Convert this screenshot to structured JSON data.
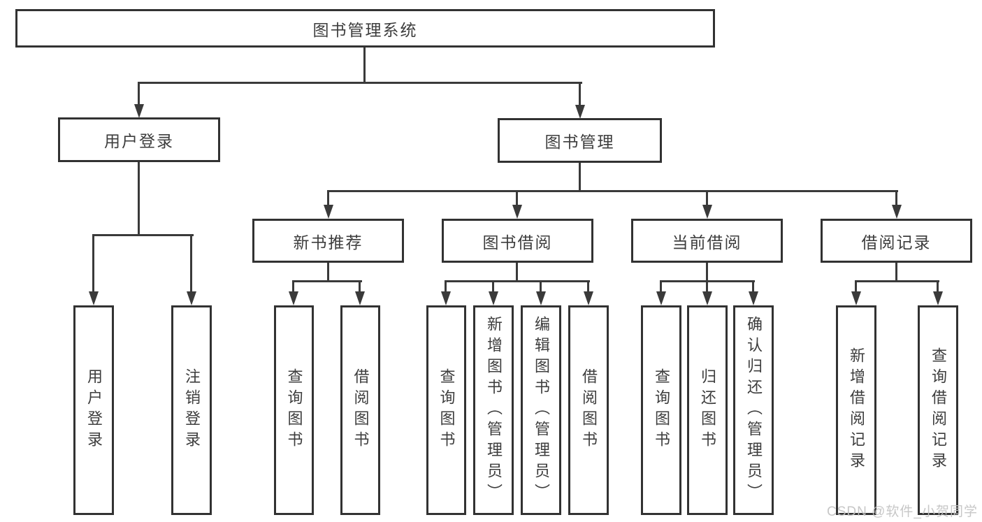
{
  "colors": {
    "line": "#3a3a3a",
    "box_border": "#323232",
    "text": "#3d3d3d",
    "background": "#ffffff",
    "watermark": "#c3c3c3"
  },
  "watermark": {
    "text": "CSDN @软件_小贺同学"
  },
  "tree": {
    "root": {
      "label": "图书管理系统",
      "children": [
        {
          "label": "用户登录",
          "children": [
            {
              "label": "用户登录"
            },
            {
              "label": "注销登录"
            }
          ]
        },
        {
          "label": "图书管理",
          "children": [
            {
              "label": "新书推荐",
              "children": [
                {
                  "label": "查询图书"
                },
                {
                  "label": "借阅图书"
                }
              ]
            },
            {
              "label": "图书借阅",
              "children": [
                {
                  "label": "查询图书"
                },
                {
                  "label": "新增图书（管理员）"
                },
                {
                  "label": "编辑图书（管理员）"
                },
                {
                  "label": "借阅图书"
                }
              ]
            },
            {
              "label": "当前借阅",
              "children": [
                {
                  "label": "查询图书"
                },
                {
                  "label": "归还图书"
                },
                {
                  "label": "确认归还（管理员）"
                }
              ]
            },
            {
              "label": "借阅记录",
              "children": [
                {
                  "label": "新增借阅记录"
                },
                {
                  "label": "查询借阅记录"
                }
              ]
            }
          ]
        }
      ]
    }
  }
}
